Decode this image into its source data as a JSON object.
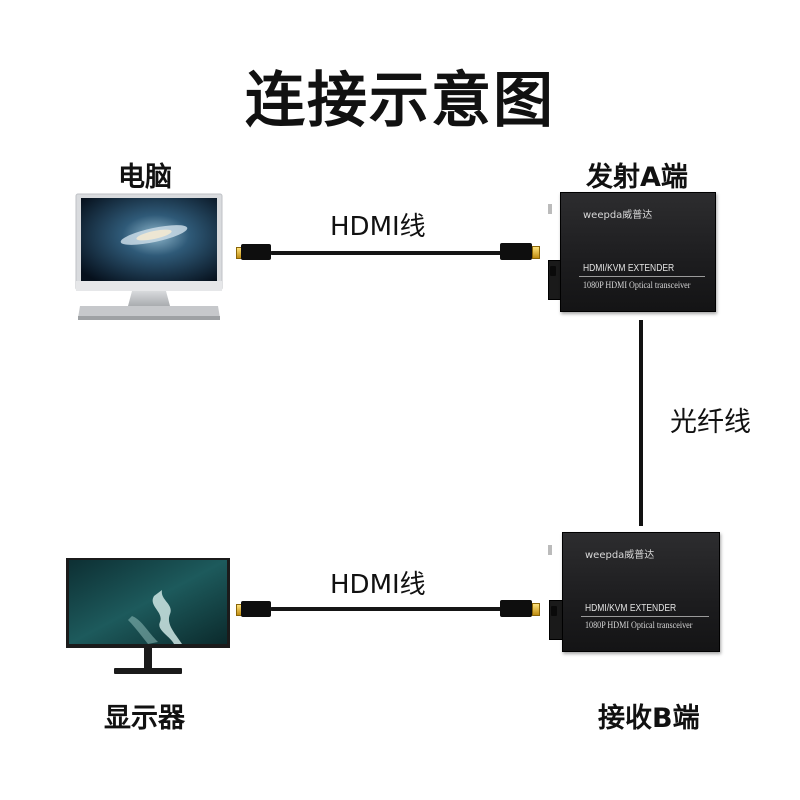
{
  "title": "连接示意图",
  "labels": {
    "computer": "电脑",
    "monitor": "显示器",
    "transmitter": "发射A端",
    "receiver": "接收B端",
    "fiber": "光纤线"
  },
  "cables": {
    "top": "HDMI线",
    "bottom": "HDMI线"
  },
  "extender_top": {
    "brand": "weepda威普达",
    "model": "HDMI/KVM EXTENDER",
    "desc": "1080P HDMI Optical transceiver"
  },
  "extender_bottom": {
    "brand": "weepda威普达",
    "model": "HDMI/KVM EXTENDER",
    "desc": "1080P HDMI Optical transceiver"
  },
  "colors": {
    "text": "#111111",
    "device_body": "#1e1e20",
    "connector_gold": "#e2b43a"
  }
}
